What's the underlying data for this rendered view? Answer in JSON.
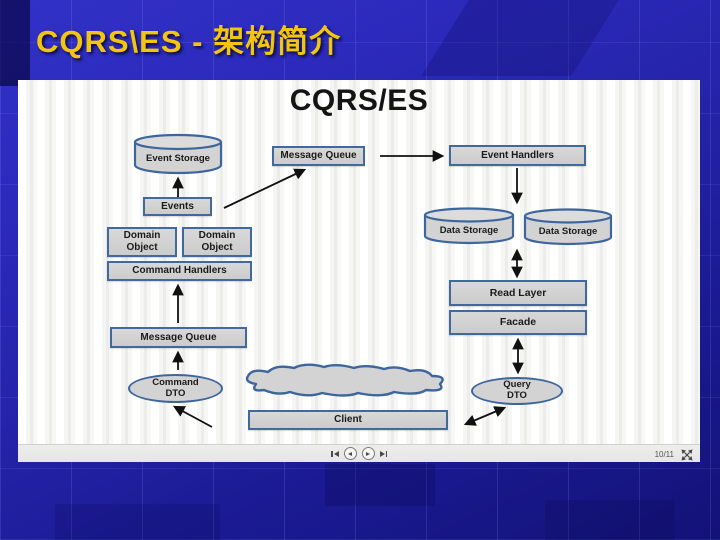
{
  "header": {
    "title": "CQRS\\ES - 架构简介"
  },
  "slide": {
    "heading": "CQRS/ES",
    "nodes": {
      "event_storage": "Event Storage",
      "message_queue_top": "Message Queue",
      "event_handlers": "Event Handlers",
      "events": "Events",
      "domain_object_1": "Domain Object",
      "domain_object_2": "Domain Object",
      "command_handlers": "Command Handlers",
      "data_storage_1": "Data Storage",
      "data_storage_2": "Data Storage",
      "read_layer": "Read Layer",
      "facade": "Facade",
      "message_queue_bottom": "Message Queue",
      "command_dto": {
        "line1": "Command",
        "line2": "DTO"
      },
      "query_dto": {
        "line1": "Query",
        "line2": "DTO"
      },
      "client": "Client"
    }
  },
  "toolbar": {
    "page_indicator": "10/11",
    "icons": {
      "first": "skip-to-first-icon",
      "previous": "previous-slide-icon",
      "next": "next-slide-icon",
      "last": "skip-to-last-icon",
      "fullscreen": "fullscreen-toggle-icon"
    }
  },
  "colors": {
    "background_top": "#2b2abb",
    "background_bottom": "#131278",
    "title_text": "#F2C50E",
    "node_fill": "#d3d3d3",
    "node_border": "#41699b",
    "arrow": "#111111",
    "toolbar_bg": "#e9e9e7"
  }
}
